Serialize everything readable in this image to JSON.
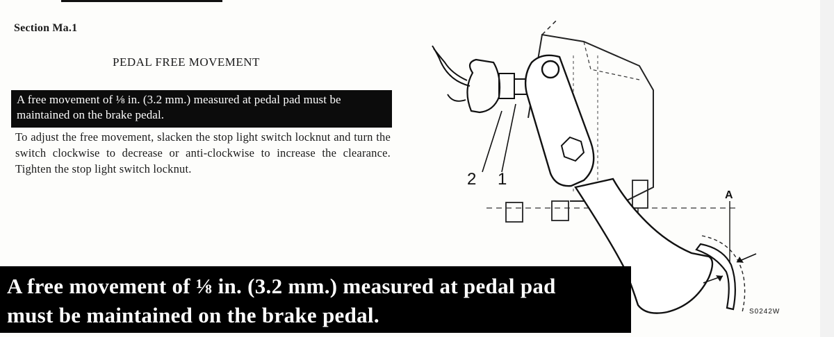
{
  "section_label": "Section Ma.1",
  "heading": "PEDAL FREE MOVEMENT",
  "highlight_text": "A free movement of ⅛ in. (3.2 mm.) measured at pedal pad must be maintained on the brake pedal.",
  "body_text": "To adjust the free movement, slacken the stop light switch locknut and turn the switch clockwise to decrease or anti-clockwise to increase the clearance. Tighten the stop light switch locknut.",
  "caption_line1": "A free movement of ⅛ in. (3.2 mm.) measured at pedal pad",
  "caption_line2": "must be maintained on the brake pedal.",
  "diagram": {
    "callout_2": "2",
    "callout_1": "1",
    "callout_a": "A",
    "code": "S0242W"
  }
}
